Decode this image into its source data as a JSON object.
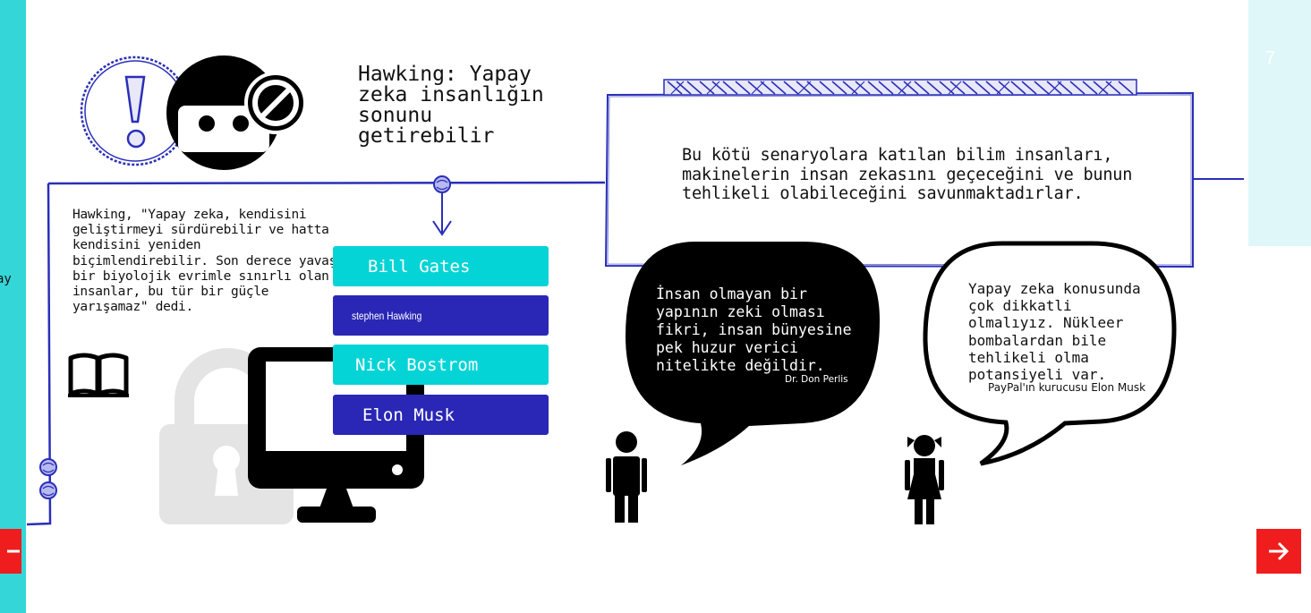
{
  "left_strip": {
    "peek_text": "ay"
  },
  "page": {
    "number": "7"
  },
  "title": "Hawking: Yapay zeka insanlığın sonunu getirebilir",
  "hawking_quote": "Hawking, \"Yapay zeka, kendisini geliştirmeyi sürdürebilir ve hatta kendisini yeniden biçimlendirebilir. Son derece yavaş bir biyolojik evrimle sınırlı olan insanlar, bu tür bir güçle yarışamaz\" dedi.",
  "people_buttons": [
    {
      "label": "Bill Gates",
      "color": "#05d4d6"
    },
    {
      "label": "stephen Hawking",
      "color": "#2a27b6"
    },
    {
      "label": "Nick Bostrom",
      "color": "#05d4d6"
    },
    {
      "label": "Elon Musk",
      "color": "#2a27b6"
    }
  ],
  "card_text": "Bu kötü senaryolara katılan bilim insanları, makinelerin insan zekasını geçeceğini ve bunun tehlikeli olabileceğini savunmaktadırlar.",
  "bubble_perlis": {
    "quote": "İnsan olmayan bir yapının zeki olması fikri, insan bünyesine pek huzur verici nitelikte değildir.",
    "author": "Dr. Don Perlis"
  },
  "bubble_musk": {
    "quote": "Yapay zeka konusunda çok dikkatli olmalıyız. Nükleer bombalardan bile tehlikeli olma potansiyeli var.",
    "author": "PayPal'ın kurucusu Elon Musk"
  },
  "icons": [
    "warning-icon",
    "blocked-face-icon",
    "book-icon",
    "padlock-icon",
    "computer-monitor-icon",
    "man-figure-icon",
    "girl-figure-icon",
    "arrow-right-icon",
    "arrow-left-icon"
  ],
  "colors": {
    "accent_cyan": "#35d6d8",
    "button_cyan": "#05d4d6",
    "button_blue": "#2a27b6",
    "ink_blue": "#2a2fb8",
    "nav_red": "#ef1d1d"
  }
}
